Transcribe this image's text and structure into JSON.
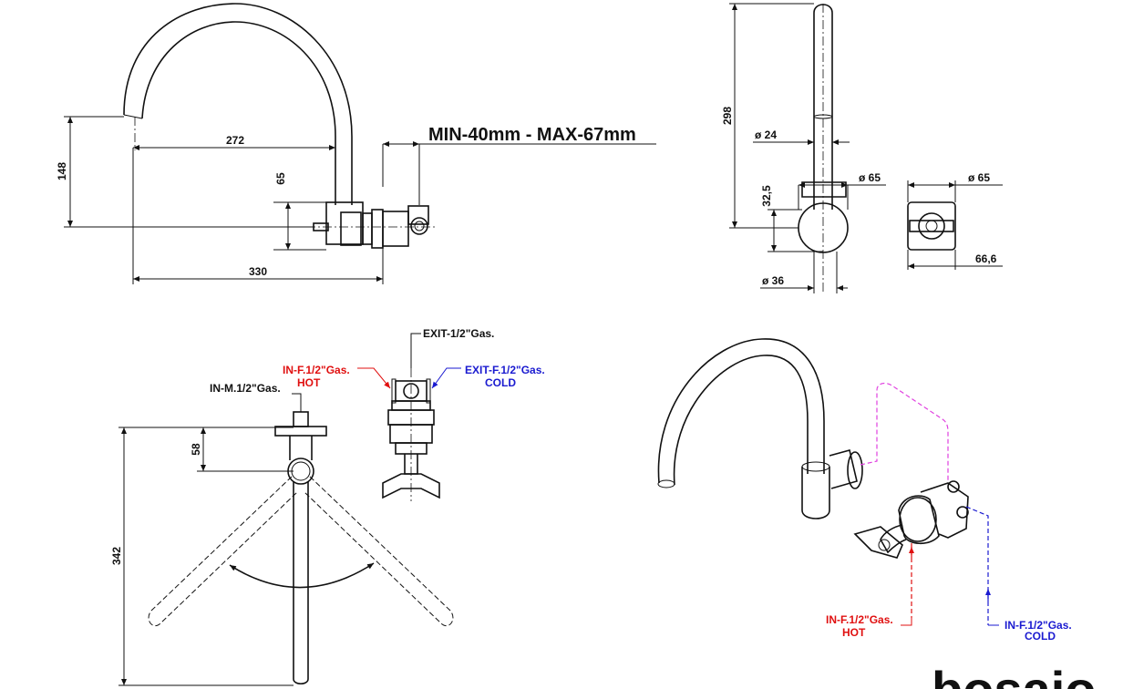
{
  "colors": {
    "line": "#111111",
    "hot": "#e01010",
    "cold": "#1a1ad0",
    "flow": "#e040e0"
  },
  "side_view": {
    "dim_272": "272",
    "dim_148": "148",
    "dim_65": "65",
    "dim_330": "330",
    "wall_range": "MIN-40mm - MAX-67mm"
  },
  "front_view": {
    "dim_298": "298",
    "dia_24": "ø 24",
    "dia_65": "ø 65",
    "dim_32_5": "32,5",
    "dia_36": "ø 36"
  },
  "plate_view": {
    "dia_65": "ø 65",
    "dim_66_6": "66,6"
  },
  "top_view": {
    "dim_58": "58",
    "dim_342": "342",
    "in_m": "IN-M.1/2\"Gas.",
    "in_f_hot": "IN-F.1/2\"Gas.",
    "hot": "HOT",
    "exit": "EXIT-1/2\"Gas.",
    "exit_cold": "EXIT-F.1/2\"Gas.",
    "cold": "COLD"
  },
  "iso_view": {
    "in_hot": "IN-F.1/2\"Gas.",
    "hot": "HOT",
    "in_cold": "IN-F.1/2\"Gas.",
    "cold": "COLD"
  },
  "brand": {
    "logo_text": "bosaio"
  }
}
